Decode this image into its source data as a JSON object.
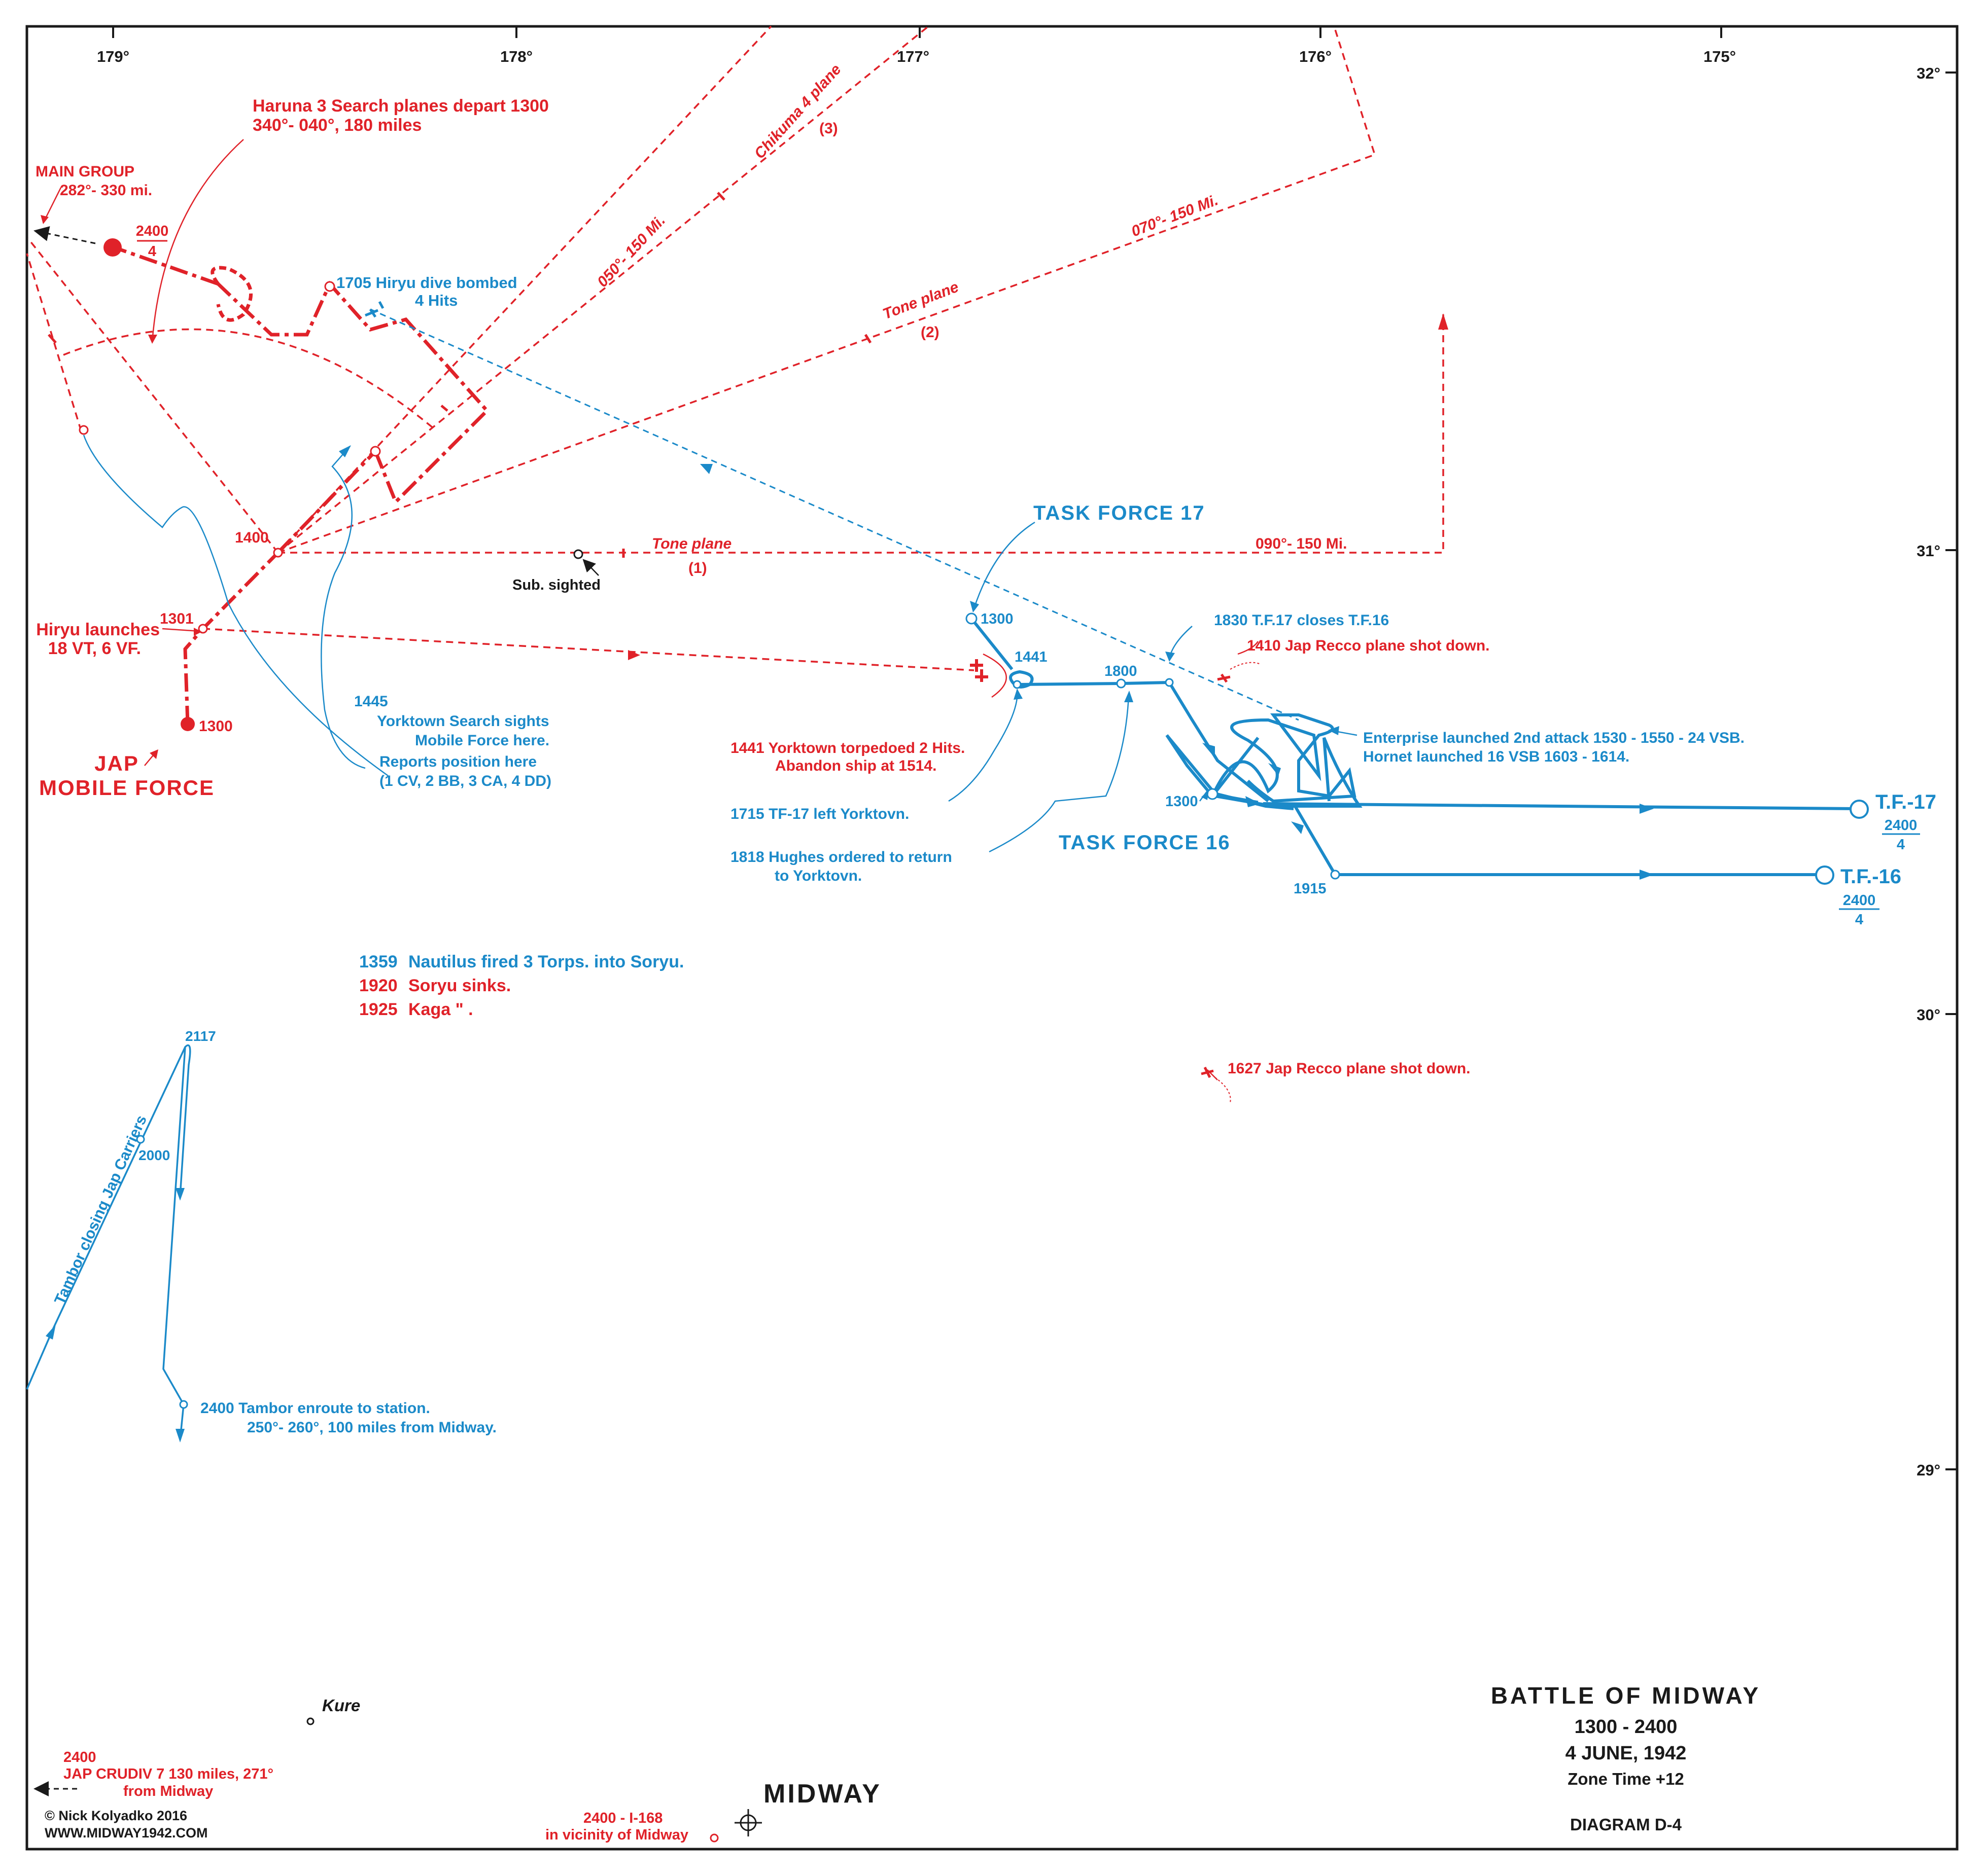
{
  "colors": {
    "japanese": "#e02229",
    "american": "#1b8ac9",
    "neutral": "#1a1a1a",
    "background": "#ffffff"
  },
  "longitudes": [
    "179°",
    "178°",
    "177°",
    "176°",
    "175°"
  ],
  "latitudes": [
    "32°",
    "31°",
    "30°",
    "29°"
  ],
  "japanese": {
    "haruna_search": [
      "Haruna 3 Search planes depart 1300",
      "340°- 040°, 180 miles"
    ],
    "main_group": [
      "MAIN GROUP",
      "282°- 330 mi."
    ],
    "main_group_time": "2400",
    "main_group_day": "4",
    "chikuma_plane": "Chikuma 4 plane",
    "chikuma_num": "(3)",
    "bearing_050": "050°- 150 Mi.",
    "bearing_070": "070°- 150 Mi.",
    "tone_plane_2": "Tone plane",
    "tone_num_2": "(2)",
    "tone_plane_1": "Tone plane",
    "tone_num_1": "(1)",
    "bearing_090": "090°- 150 Mi.",
    "time_1400": "1400",
    "time_1301": "1301",
    "time_1300": "1300",
    "hiryu_launches": [
      "Hiryu launches",
      "18 VT, 6 VF."
    ],
    "mobile_force": [
      "JAP",
      "MOBILE FORCE"
    ],
    "recco_1410": "1410 Jap Recco plane shot down.",
    "yorktown_torpedoed": [
      "1441 Yorktown torpedoed 2 Hits.",
      "Abandon ship at 1514."
    ],
    "recco_1627": "1627 Jap Recco plane shot down.",
    "crudiv": [
      "2400",
      "JAP CRUDIV 7 130 miles, 271°",
      "from Midway"
    ],
    "i168": [
      "2400 - I-168",
      "in vicinity of Midway"
    ]
  },
  "american": {
    "hiryu_bombed": [
      "1705 Hiryu dive bombed",
      "4 Hits"
    ],
    "task_force_17": "TASK  FORCE 17",
    "task_force_16": "TASK  FORCE 16",
    "tf17_1300": "1300",
    "tf17_1441": "1441",
    "tf17_1800": "1800",
    "tf16_1300": "1300",
    "tf16_1915": "1915",
    "closes": "1830  T.F.17 closes T.F.16",
    "enterprise": "Enterprise launched 2nd attack 1530 - 1550 - 24 VSB.",
    "hornet": "Hornet launched 16 VSB 1603 - 1614.",
    "yorktown_search": [
      "1445",
      "Yorktown Search sights",
      "Mobile Force here.",
      "Reports position here",
      "(1 CV, 2 BB, 3 CA, 4 DD)"
    ],
    "tf17_left": "1715 TF-17 left Yorktovn.",
    "hughes": [
      "1818 Hughes ordered to return",
      "to Yorktovn."
    ],
    "tf17_end": "T.F.-17",
    "tf17_end_time": "2400",
    "tf17_end_day": "4",
    "tf16_end": "T.F.-16",
    "tf16_end_time": "2400",
    "tf16_end_day": "4",
    "tambor_closing": "Tambor closing Jap Carriers",
    "tambor_2117": "2117",
    "tambor_2000": "2000",
    "tambor_station": [
      "2400  Tambor enroute to station.",
      "250°- 260°, 100 miles from Midway."
    ]
  },
  "events": [
    {
      "time": "1359",
      "text": "Nautilus fired 3 Torps. into Soryu.",
      "side": "american"
    },
    {
      "time": "1920",
      "text": "Soryu  sinks.",
      "side": "japanese"
    },
    {
      "time": "1925",
      "text": "Kaga       \"   .",
      "side": "japanese"
    }
  ],
  "sub_sighted": "Sub. sighted",
  "kure": "Kure",
  "midway": "MIDWAY",
  "title": {
    "main": "BATTLE OF MIDWAY",
    "time": "1300 - 2400",
    "date": "4  JUNE,  1942",
    "zone": "Zone Time +12",
    "diagram": "DIAGRAM  D-4"
  },
  "credit": [
    "© Nick Kolyadko 2016",
    "WWW.MIDWAY1942.COM"
  ]
}
